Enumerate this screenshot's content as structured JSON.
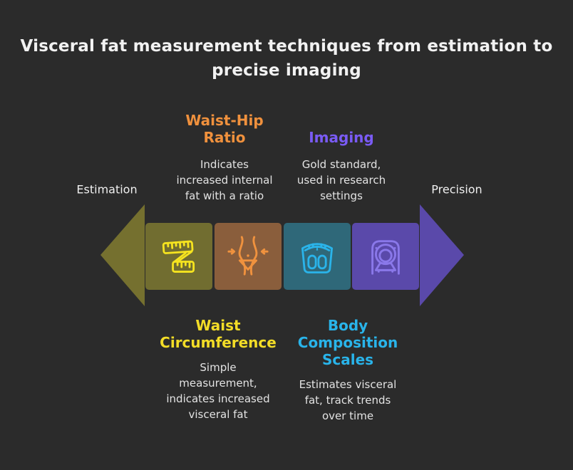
{
  "canvas": {
    "background": "#2b2b2b"
  },
  "title": {
    "lines": [
      "Visceral fat measurement techniques from estimation to",
      "precise imaging"
    ],
    "color": "#f2f2f2"
  },
  "spectrum": {
    "left_label": "Estimation",
    "right_label": "Precision",
    "label_color": "#f0f0f0",
    "left_arrow_color": "#75702f",
    "right_arrow_color": "#5a49aa"
  },
  "description_color": "#e3e3e3",
  "stages": [
    {
      "name": "Waist Circumference",
      "icon": "tape-measure-icon",
      "box_color": "#716d30",
      "icon_color": "#f6e41f",
      "label_position": "below",
      "heading": {
        "lines": [
          "Waist",
          "Circumference"
        ],
        "color": "#f3dd27"
      },
      "description": {
        "lines": [
          "Simple",
          "measurement,",
          "indicates increased",
          "visceral fat"
        ]
      }
    },
    {
      "name": "Waist-Hip Ratio",
      "icon": "waist-icon",
      "box_color": "#8a5e3c",
      "icon_color": "#f0923e",
      "label_position": "above",
      "heading": {
        "lines": [
          "Waist-Hip",
          "Ratio"
        ],
        "color": "#f0913d"
      },
      "description": {
        "lines": [
          "Indicates",
          "increased internal",
          "fat with a ratio"
        ]
      }
    },
    {
      "name": "Body Composition Scales",
      "icon": "scale-icon",
      "box_color": "#2f6879",
      "icon_color": "#2ab4ea",
      "label_position": "below",
      "heading": {
        "lines": [
          "Body",
          "Composition",
          "Scales"
        ],
        "color": "#29b4ea"
      },
      "description": {
        "lines": [
          "Estimates visceral",
          "fat, track trends",
          "over time"
        ]
      }
    },
    {
      "name": "Imaging",
      "icon": "ct-scanner-icon",
      "box_color": "#5a49aa",
      "icon_color": "#8a78ea",
      "label_position": "above",
      "heading": {
        "lines": [
          "Imaging"
        ],
        "color": "#7a5bf5"
      },
      "description": {
        "lines": [
          "Gold standard,",
          "used in research",
          "settings"
        ]
      }
    }
  ]
}
